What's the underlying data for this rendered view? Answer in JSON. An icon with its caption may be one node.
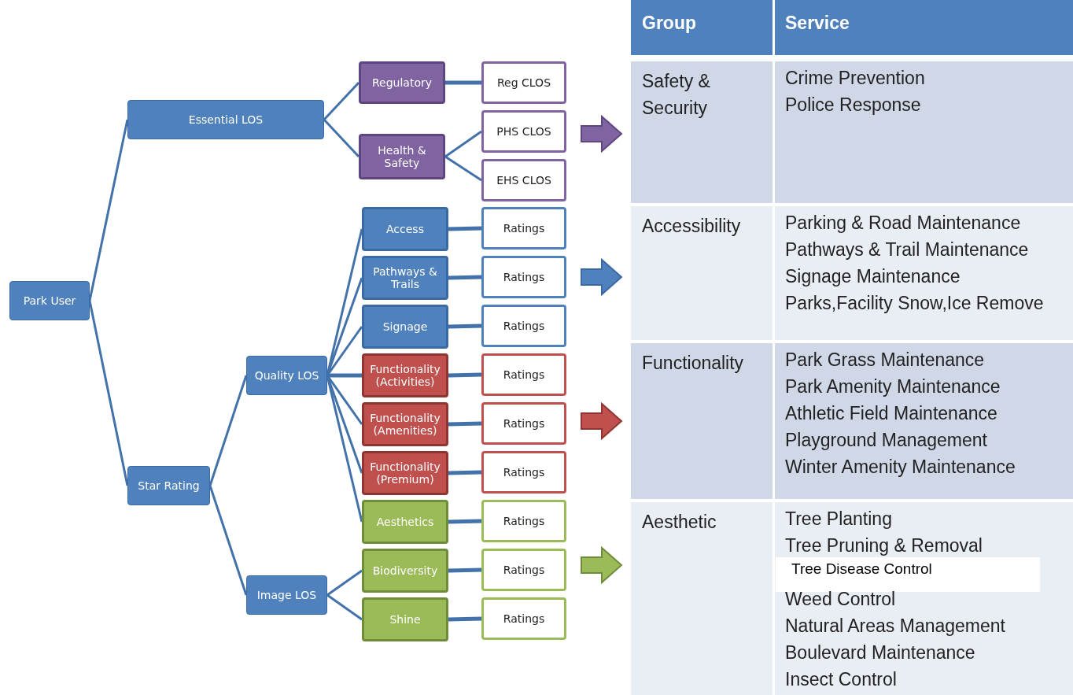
{
  "diagram": {
    "nodes": [
      {
        "text": [
          "Park User"
        ]
      },
      {
        "text": [
          "Essential LOS"
        ]
      },
      {
        "text": [
          "Star Rating"
        ]
      },
      {
        "text": [
          "Regulatory"
        ]
      },
      {
        "text": [
          "Health & Safety"
        ]
      },
      {
        "text": [
          "Reg CLOS"
        ]
      },
      {
        "text": [
          "PHS CLOS"
        ]
      },
      {
        "text": [
          "EHS CLOS"
        ]
      },
      {
        "text": [
          "Quality LOS"
        ]
      },
      {
        "text": [
          "Image LOS"
        ]
      },
      {
        "text": [
          "Access"
        ]
      },
      {
        "text": [
          "Pathways & Trails"
        ]
      },
      {
        "text": [
          "Signage"
        ]
      },
      {
        "text": [
          "Functionality (Activities)"
        ]
      },
      {
        "text": [
          "Functionality (Amenities)"
        ]
      },
      {
        "text": [
          "Functionality (Premium)"
        ]
      },
      {
        "text": [
          "Aesthetics"
        ]
      },
      {
        "text": [
          "Biodiversity"
        ]
      },
      {
        "text": [
          "Shine"
        ]
      },
      {
        "text": [
          "Ratings"
        ]
      },
      {
        "text": [
          "Ratings"
        ]
      },
      {
        "text": [
          "Ratings"
        ]
      },
      {
        "text": [
          "Ratings"
        ]
      },
      {
        "text": [
          "Ratings"
        ]
      },
      {
        "text": [
          "Ratings"
        ]
      },
      {
        "text": [
          "Ratings"
        ]
      },
      {
        "text": [
          "Ratings"
        ]
      },
      {
        "text": [
          "Ratings"
        ]
      }
    ],
    "edges": [
      {
        "from": 0,
        "to": 1,
        "arrow": "none"
      },
      {
        "from": 0,
        "to": 2,
        "arrow": "none"
      },
      {
        "from": 1,
        "to": 3,
        "arrow": "none"
      },
      {
        "from": 1,
        "to": 4,
        "arrow": "none"
      },
      {
        "from": 3,
        "to": 5,
        "arrow": "none"
      },
      {
        "from": 4,
        "to": 6,
        "arrow": "none"
      },
      {
        "from": 4,
        "to": 7,
        "arrow": "none"
      },
      {
        "from": 2,
        "to": 8,
        "arrow": "none"
      },
      {
        "from": 2,
        "to": 9,
        "arrow": "none"
      },
      {
        "from": 8,
        "to": 10,
        "arrow": "none"
      },
      {
        "from": 8,
        "to": 11,
        "arrow": "none"
      },
      {
        "from": 8,
        "to": 12,
        "arrow": "none"
      },
      {
        "from": 8,
        "to": 13,
        "arrow": "none"
      },
      {
        "from": 8,
        "to": 14,
        "arrow": "none"
      },
      {
        "from": 8,
        "to": 15,
        "arrow": "none"
      },
      {
        "from": 8,
        "to": 16,
        "arrow": "none"
      },
      {
        "from": 9,
        "to": 17,
        "arrow": "none"
      },
      {
        "from": 9,
        "to": 18,
        "arrow": "none"
      },
      {
        "from": 10,
        "to": 19,
        "arrow": "none"
      },
      {
        "from": 11,
        "to": 20,
        "arrow": "none"
      },
      {
        "from": 12,
        "to": 21,
        "arrow": "none"
      },
      {
        "from": 13,
        "to": 22,
        "arrow": "none"
      },
      {
        "from": 14,
        "to": 23,
        "arrow": "none"
      },
      {
        "from": 15,
        "to": 24,
        "arrow": "none"
      },
      {
        "from": 16,
        "to": 25,
        "arrow": "none"
      },
      {
        "from": 17,
        "to": 26,
        "arrow": "none"
      },
      {
        "from": 18,
        "to": 27,
        "arrow": "none"
      }
    ],
    "labels": [
      "Group",
      "Service",
      "Safety & Security",
      "Crime Prevention",
      "Police Response",
      "Accessibility",
      "Parking & Road Maintenance",
      "Pathways & Trail Maintenance",
      "Signage Maintenance",
      "Parks,Facility Snow,Ice Remove",
      "Functionality",
      "Park Grass Maintenance",
      "Park Amenity Maintenance",
      "Athletic Field Maintenance",
      "Playground Management",
      "Winter Amenity Maintenance",
      "Aesthetic",
      "Tree Planting",
      "Tree Pruning & Removal",
      "Tree Disease Control",
      "Weed Control",
      "Natural Areas Management",
      "Boulevard Maintenance",
      "Insect Control"
    ]
  }
}
